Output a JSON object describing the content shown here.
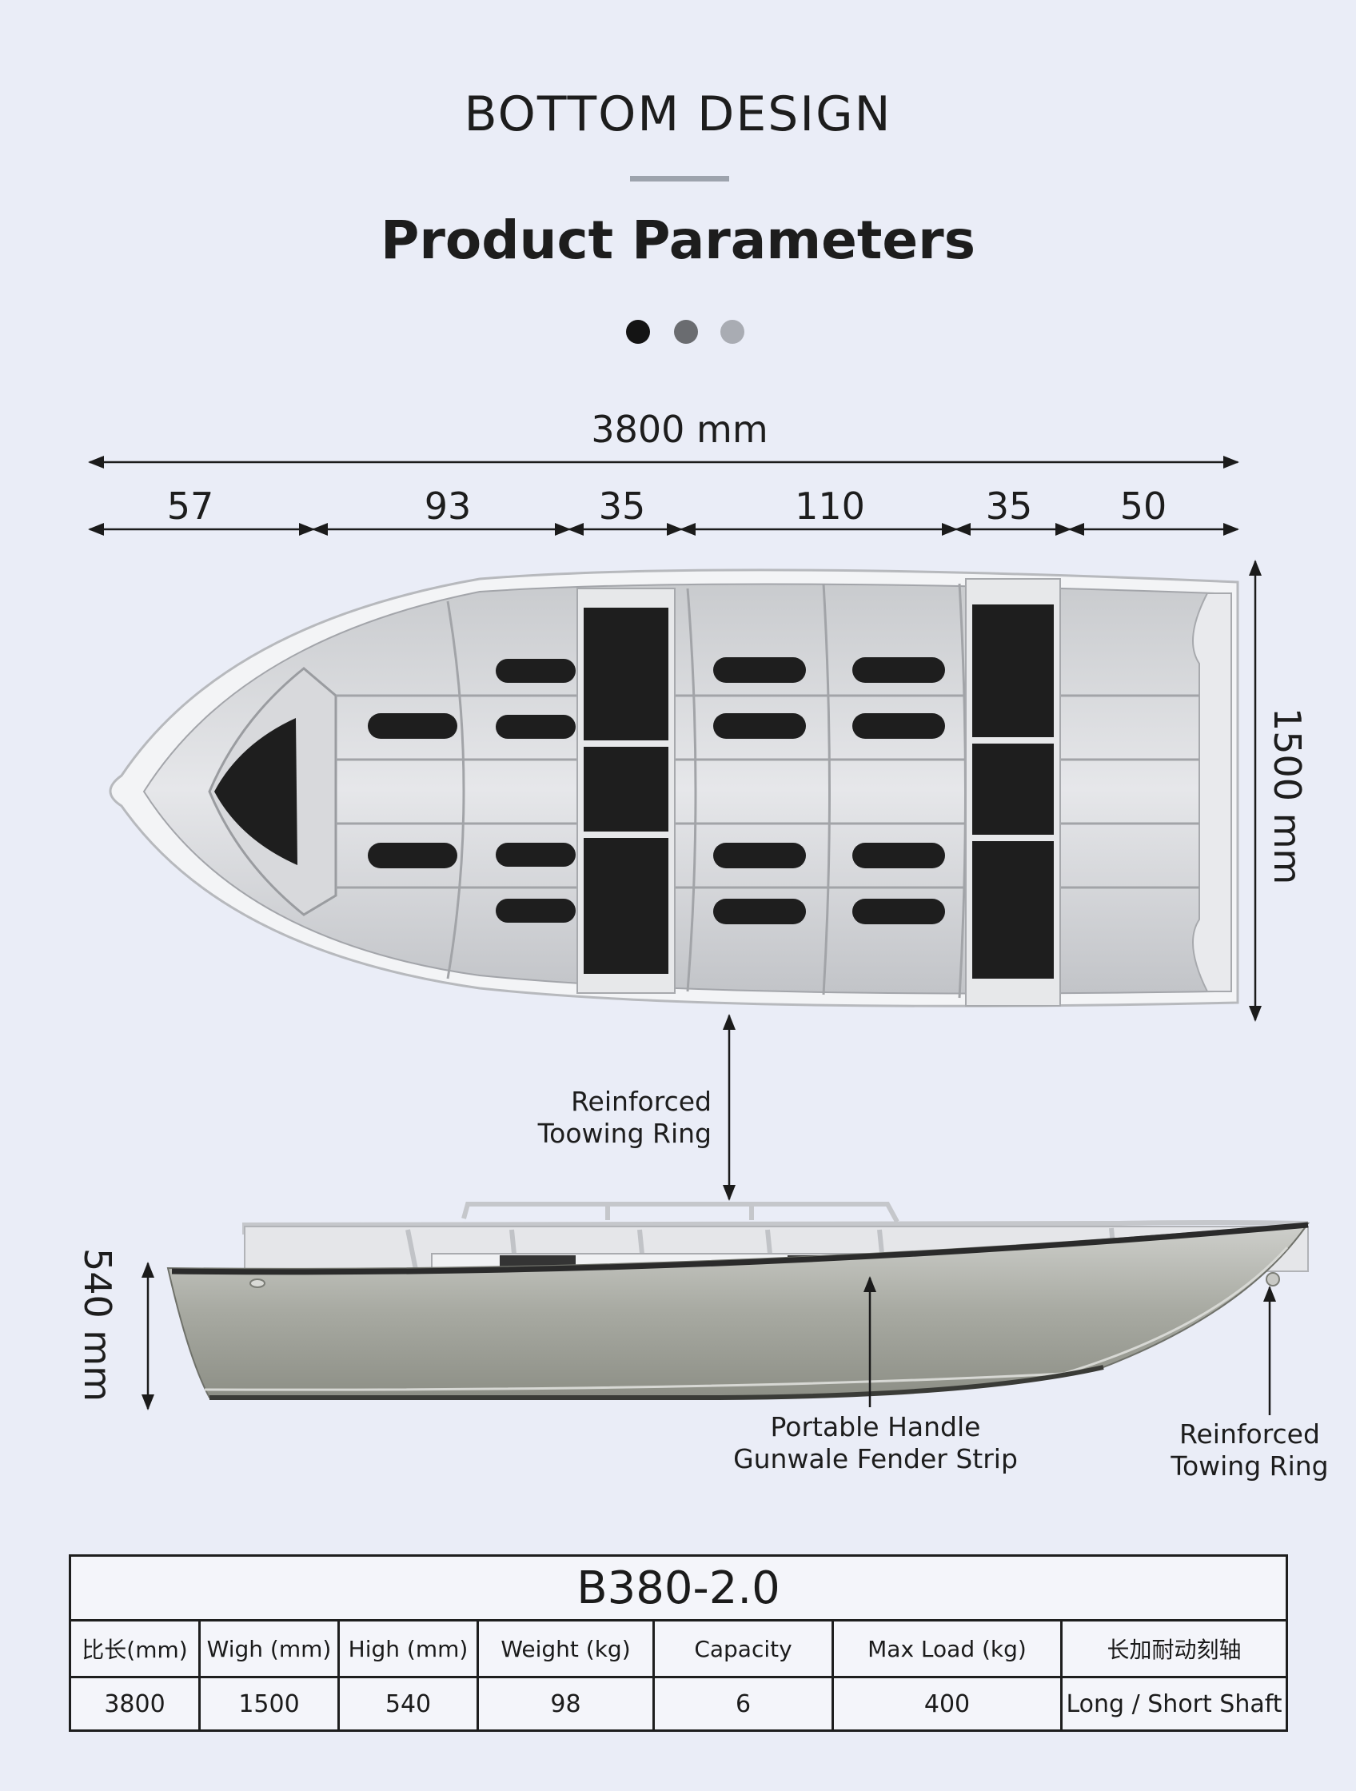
{
  "header": {
    "section_title": "BOTTOM DESIGN",
    "title": "Product Parameters",
    "dot_colors": [
      "#141414",
      "#6a6c70",
      "#a9acb3"
    ]
  },
  "dimensions": {
    "total_length": "3800 mm",
    "segments": [
      "57",
      "93",
      "35",
      "110",
      "35",
      "50"
    ],
    "width": "1500 mm",
    "height": "540 mm"
  },
  "callouts": {
    "top_line1": "Reinforced",
    "top_line2": "Toowing Ring",
    "middle_line1": "Portable Handle",
    "middle_line2": "Gunwale Fender Strip",
    "right_line1": "Reinforced",
    "right_line2": "Towing Ring"
  },
  "spec_table": {
    "model": "B380-2.0",
    "headers": [
      "比长(mm)",
      "Wigh (mm)",
      "High (mm)",
      "Weight (kg)",
      "Capacity",
      "Max Load (kg)",
      "长加耐动刻轴"
    ],
    "values": [
      "3800",
      "1500",
      "540",
      "98",
      "6",
      "400",
      "Long / Short Shaft"
    ]
  }
}
